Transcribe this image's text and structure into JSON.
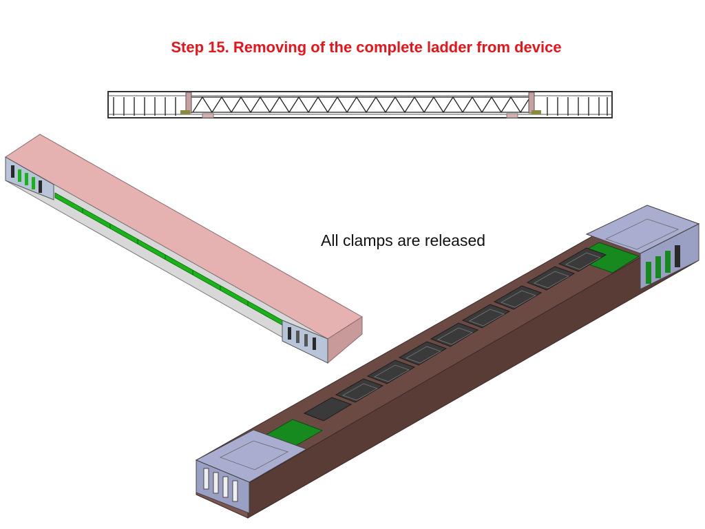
{
  "slide": {
    "title": "Step 15. Removing of the complete ladder from device",
    "caption": "All clamps are released",
    "title_color": "#e8141a",
    "caption_color": "#111111"
  },
  "figures": [
    {
      "name": "ladder-side-view",
      "colors": {
        "frame": "#333333",
        "clamp": "#c8a0a0",
        "truss": "#222222"
      }
    },
    {
      "name": "device-with-cover-iso",
      "colors": {
        "cover": "#e6b1b1",
        "cover_side": "#c99a9a",
        "pcb": "#19b219",
        "end_block": "#b8c4d8"
      }
    },
    {
      "name": "device-open-iso",
      "colors": {
        "base": "#6b4a44",
        "end_block": "#a9aed0",
        "pcb": "#168a1e",
        "sensor": "#3a3a3a"
      }
    }
  ]
}
